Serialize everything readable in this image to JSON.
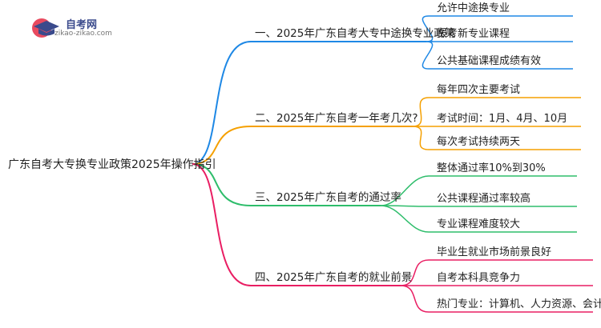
{
  "logo": {
    "name": "自考网",
    "url": "zikao-zikao.com",
    "icon": "graduation-cap-icon",
    "colors": {
      "circle": "#e84a5f",
      "cap": "#3a4a8c"
    }
  },
  "root": {
    "label": "广东自考大专换专业政策2025年操作指引"
  },
  "branches": [
    {
      "label": "一、2025年广东自考大专中途换专业政策",
      "color": "#1e88e5",
      "leaves": [
        "允许中途换专业",
        "报考新专业课程",
        "公共基础课程成绩有效"
      ]
    },
    {
      "label": "二、2025年广东自考一年考几次?",
      "color": "#f5a000",
      "leaves": [
        "每年四次主要考试",
        "考试时间：1月、4月、10月",
        "每次考试持续两天"
      ]
    },
    {
      "label": "三、2025年广东自考的通过率",
      "color": "#2ebd6b",
      "leaves": [
        "整体通过率10%到30%",
        "公共课程通过率较高",
        "专业课程难度较大"
      ]
    },
    {
      "label": "四、2025年广东自考的就业前景",
      "color": "#e91e63",
      "leaves": [
        "毕业生就业市场前景良好",
        "自考本科具竞争力",
        "热门专业：计算机、人力资源、会计"
      ]
    }
  ]
}
